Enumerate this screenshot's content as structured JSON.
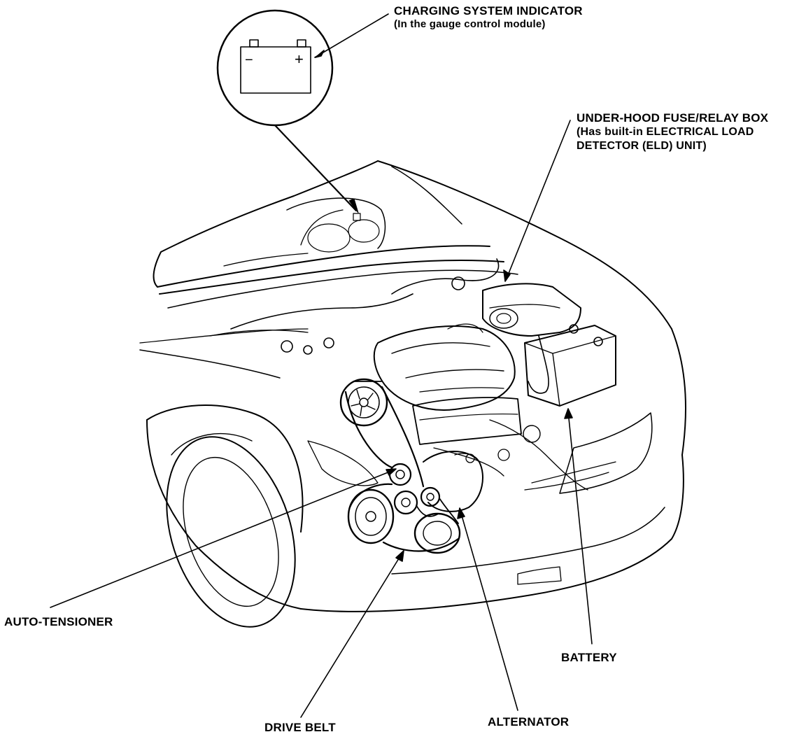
{
  "diagram": {
    "labels": {
      "charging_indicator": {
        "title": "CHARGING SYSTEM INDICATOR",
        "note": "(In the gauge control module)"
      },
      "fuse_relay_box": {
        "line1": "UNDER-HOOD FUSE/RELAY BOX",
        "line2": "(Has built-in ELECTRICAL LOAD",
        "line3": "DETECTOR (ELD) UNIT)"
      },
      "auto_tensioner": "AUTO-TENSIONER",
      "battery": "BATTERY",
      "drive_belt": "DRIVE BELT",
      "alternator": "ALTERNATOR"
    },
    "battery_icon": {
      "minus": "−",
      "plus": "+"
    },
    "colors": {
      "ink": "#000000",
      "paper": "#ffffff"
    }
  }
}
